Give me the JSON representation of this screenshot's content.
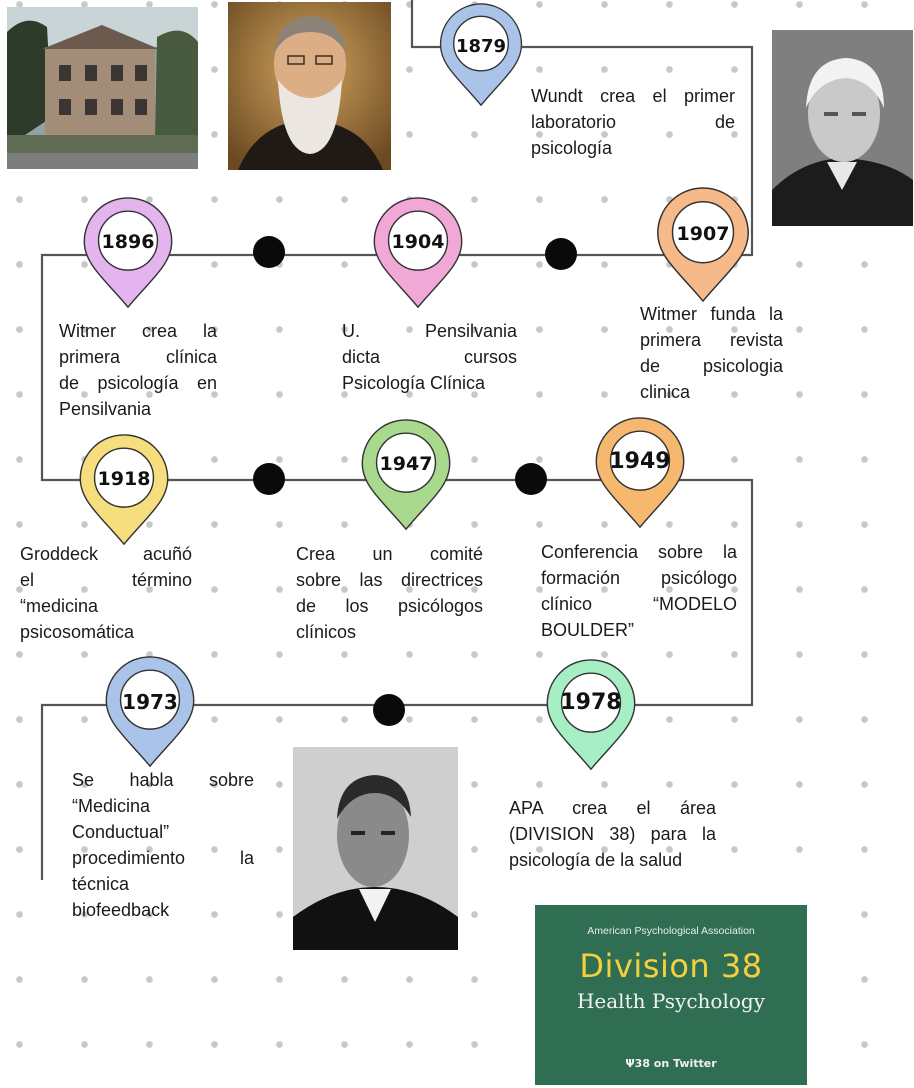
{
  "milestones": [
    {
      "year": "1879",
      "color": "#a9c4e8",
      "description": [
        "Wundt crea el primer",
        "laboratorio de",
        "psicología"
      ]
    },
    {
      "year": "1896",
      "color": "#e3b4ee",
      "description": [
        "Witmer crea la",
        "primera clínica",
        "de psicología en",
        "Pensilvania"
      ]
    },
    {
      "year": "1904",
      "color": "#f0a9d6",
      "description": [
        "U. Pensilvania",
        "dicta cursos",
        "Psicología Clínica"
      ]
    },
    {
      "year": "1907",
      "color": "#f5b98a",
      "description": [
        "Witmer funda la",
        "primera revista",
        "de psicologia",
        "clinica"
      ]
    },
    {
      "year": "1918",
      "color": "#f6dd7d",
      "description": [
        "Groddeck acuñó",
        "el término",
        "“medicina",
        "psicosomática"
      ]
    },
    {
      "year": "1947",
      "color": "#a8d98c",
      "description": [
        "Crea un comité",
        "sobre las directrices",
        "de los psicólogos",
        "clínicos"
      ]
    },
    {
      "year": "1949",
      "color": "#f6b86e",
      "description": [
        "Conferencia sobre la",
        "formación psicólogo",
        "clínico “MODELO",
        "BOULDER”"
      ]
    },
    {
      "year": "1973",
      "color": "#a9c4e8",
      "description": [
        "Se habla sobre",
        "“Medicina",
        "Conductual”",
        "procedimiento la",
        "técnica",
        "biofeedback"
      ]
    },
    {
      "year": "1978",
      "color": "#a6efc4",
      "description": [
        "APA crea el área",
        "(DIVISION 38) para la",
        "psicología de la salud"
      ]
    }
  ],
  "division_card": {
    "organization": "American Psychological Association",
    "title": "Division 38",
    "subtitle": "Health Psychology",
    "social": "Ψ38 on Twitter"
  },
  "photos": [
    {
      "icon": "building-photo"
    },
    {
      "icon": "bearded-man-portrait"
    },
    {
      "icon": "white-haired-man-portrait"
    },
    {
      "icon": "man-portrait-black-white"
    }
  ]
}
